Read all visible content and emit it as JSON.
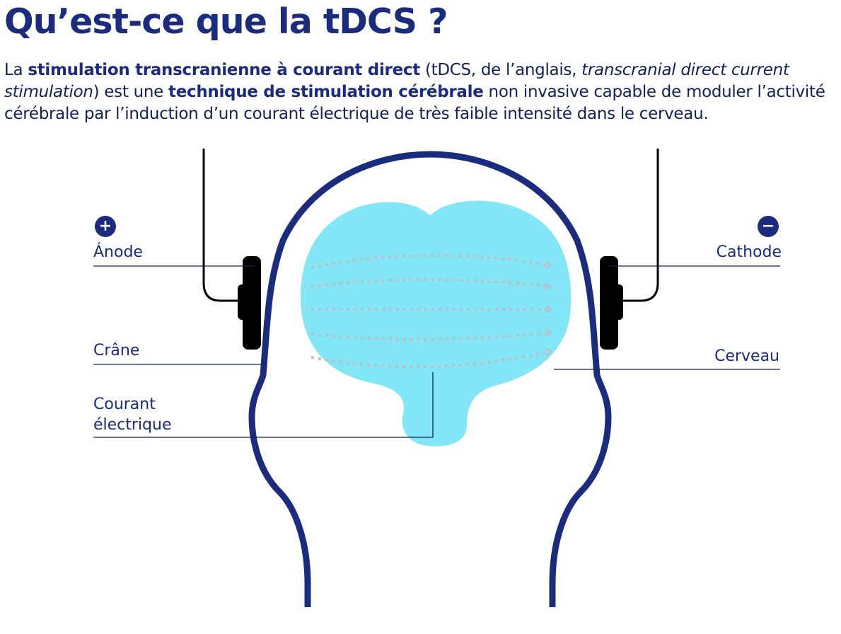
{
  "header": {
    "title": "Qu’est-ce que la tDCS ?",
    "intro": {
      "p1": "La ",
      "b1": "stimulation transcranienne à courant direct",
      "p2": " (tDCS, de l’anglais, ",
      "i1": "transcranial direct current stimulation",
      "p3": ") est une ",
      "b2": "technique de stimulation cérébrale",
      "p4": " non invasive capable de moduler l’activité cérébrale par l’induction d’un courant électrique de très faible intensité dans le cerveau."
    }
  },
  "diagram": {
    "anode": {
      "sign": "+",
      "label": "Ánode"
    },
    "cathode": {
      "sign": "−",
      "label": "Cathode"
    },
    "skull_label": "Crâne",
    "brain_label": "Cerveau",
    "current_label_line1": "Courant",
    "current_label_line2": "électrique",
    "colors": {
      "outline": "#1b2b7d",
      "brain": "#82e6f6",
      "current_arrows": "#b9bfc6",
      "electrode": "#000000",
      "leader_line": "#14205a"
    }
  }
}
